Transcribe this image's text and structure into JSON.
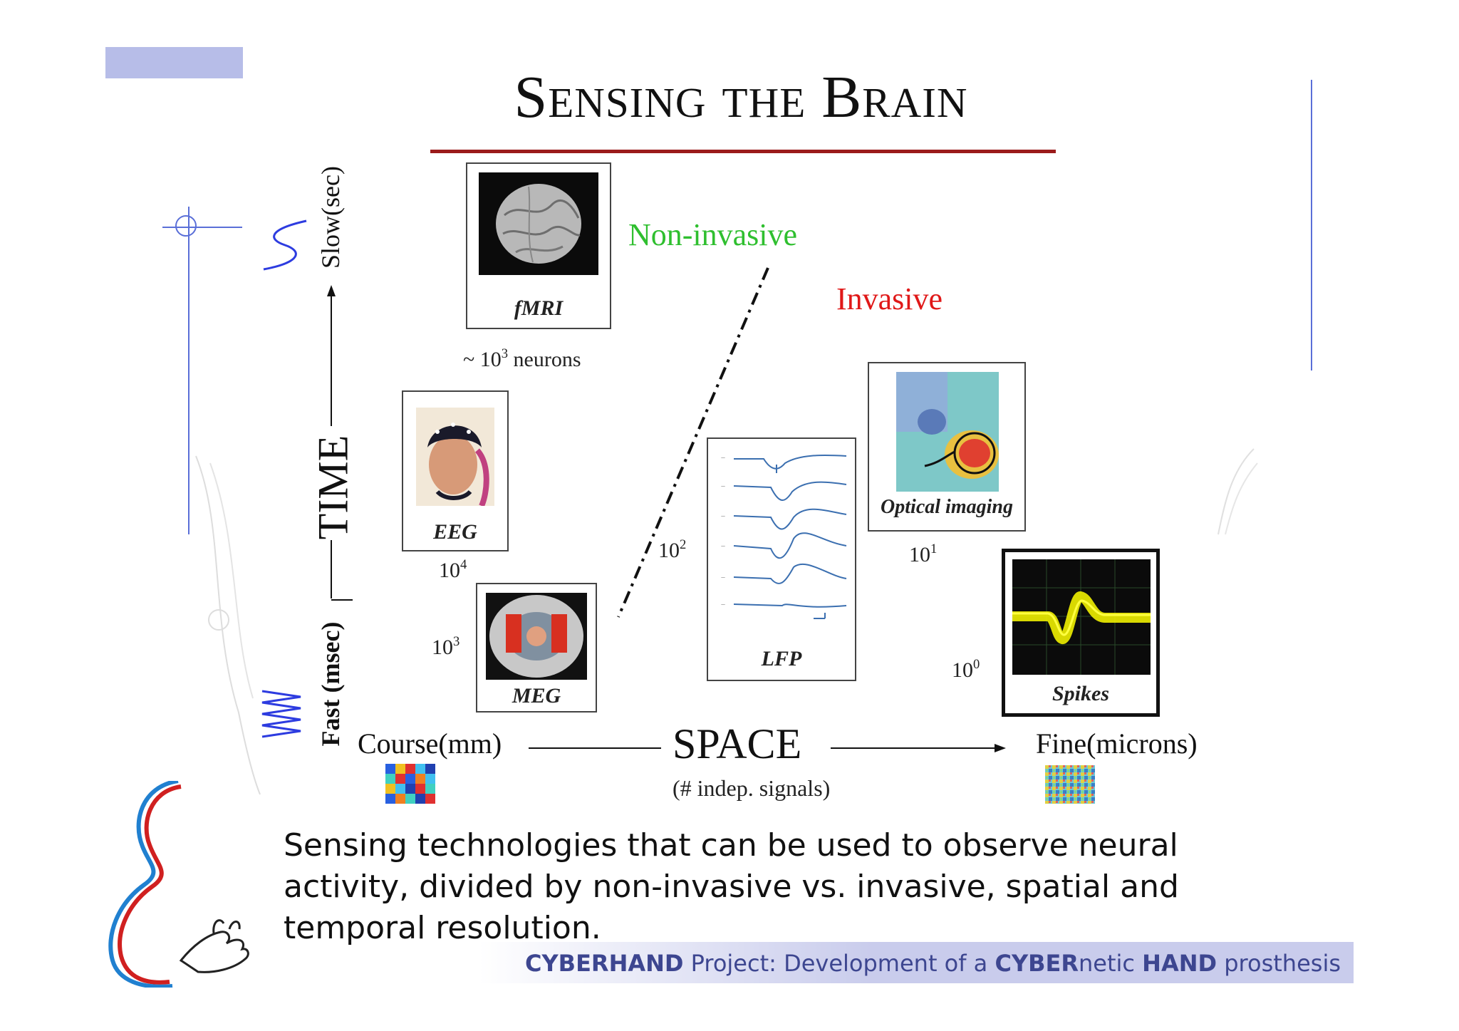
{
  "slide": {
    "title": "Sensing the Brain",
    "colors": {
      "accent_box": "#b7bde8",
      "title_rule": "#9b1b1b",
      "non_invasive": "#2fbf2f",
      "invasive": "#e01818",
      "footer_text": "#3d4690",
      "footer_band": "#c9ccec",
      "guide_lines": "#5a6fd8"
    }
  },
  "axes": {
    "time_label": "TIME",
    "slow_label": "Slow(sec)",
    "fast_label": "Fast (msec)",
    "space_label": "SPACE",
    "space_sub": "(# indep. signals)",
    "course_label": "Course(mm)",
    "fine_label": "Fine(microns)"
  },
  "regions": {
    "non_invasive": "Non-invasive",
    "invasive": "Invasive"
  },
  "techniques": {
    "fmri": {
      "caption": "fMRI",
      "count_prefix": "~ 10",
      "count_exp": "3",
      "count_suffix": " neurons"
    },
    "eeg": {
      "caption": "EEG",
      "count_base": "10",
      "count_exp": "4"
    },
    "meg": {
      "caption": "MEG",
      "count_base": "10",
      "count_exp": "3"
    },
    "lfp": {
      "caption": "LFP",
      "count_base": "10",
      "count_exp": "2"
    },
    "optical": {
      "caption": "Optical imaging",
      "count_base": "10",
      "count_exp": "1"
    },
    "spikes": {
      "caption": "Spikes",
      "count_base": "10",
      "count_exp": "0"
    }
  },
  "description": "Sensing technologies that can be used to observe neural activity, divided by non-invasive vs. invasive, spatial and temporal resolution.",
  "footer": {
    "part1_bold": "CYBERHAND",
    "part2": " Project: Development of a ",
    "part3_bold": "CYBER",
    "part4": "netic ",
    "part5_bold": "HAND",
    "part6": " prosthesis"
  }
}
